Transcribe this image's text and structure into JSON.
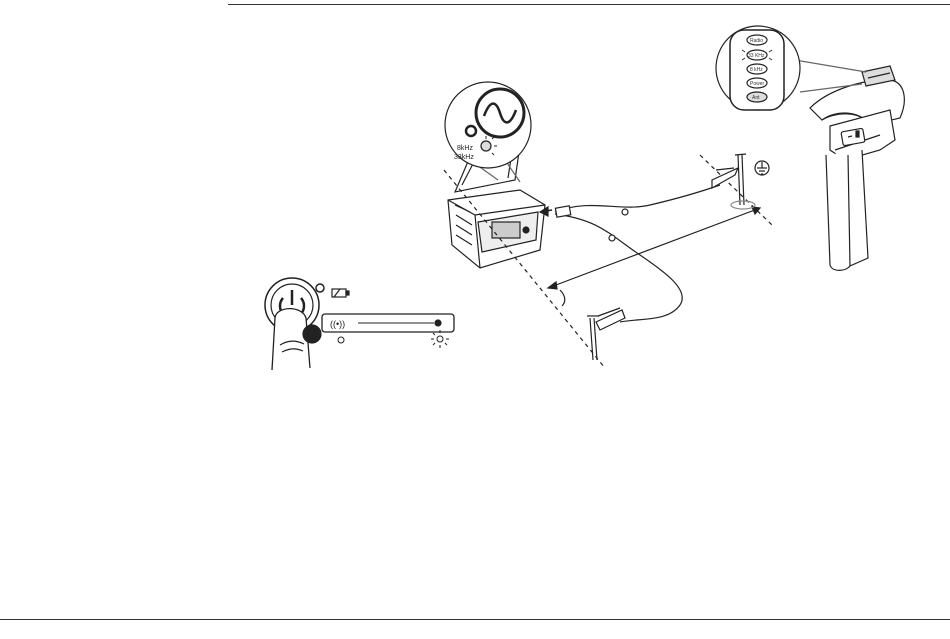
{
  "figure": {
    "inset_labels": {
      "freq_top": "8kHz",
      "freq_bottom": "33kHz"
    },
    "locator_panel_labels": [
      "Radio",
      "33 KHz",
      "8 kHz",
      "Power",
      "Ant"
    ],
    "signal_icon_label": "((•))",
    "icons": [
      "power-button-icon",
      "battery-icon",
      "ground-symbol-icon",
      "sine-wave-icon",
      "led-blink-icon"
    ]
  }
}
